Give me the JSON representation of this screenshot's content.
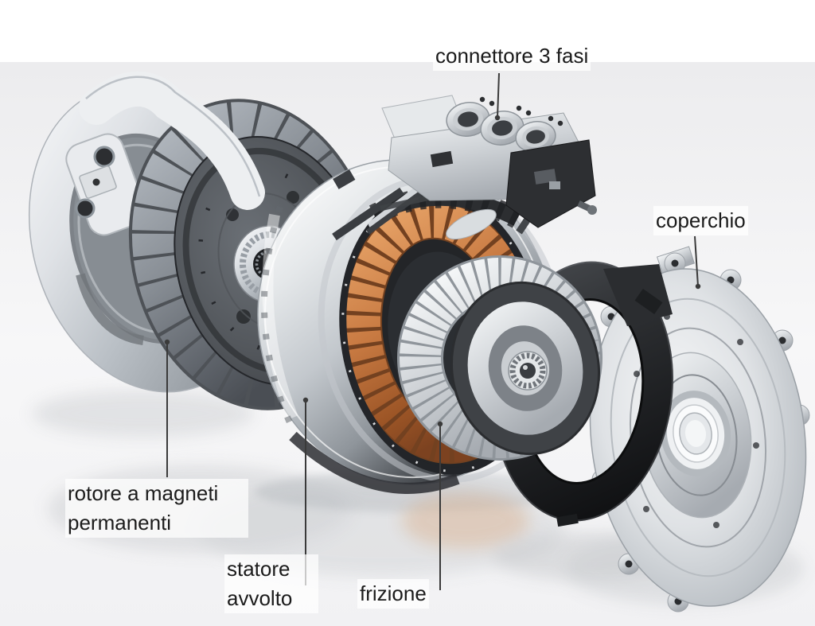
{
  "diagram": {
    "type": "exploded-view-diagram",
    "labels": {
      "connector": "connettore 3 fasi",
      "cover": "coperchio",
      "rotor": "rotore a magneti permanenti",
      "stator": "statore avvolto",
      "clutch": "frizione"
    },
    "colors": {
      "background_top": "#ffffff",
      "background": "#f1f1f3",
      "metal_light": "#eef0f2",
      "metal_mid": "#b9bec4",
      "metal_dark": "#4e5257",
      "copper_winding": "#c87a42",
      "black_ring": "#212327",
      "label_text": "#1b1b1b",
      "leader_line": "#3a3a3a"
    }
  }
}
